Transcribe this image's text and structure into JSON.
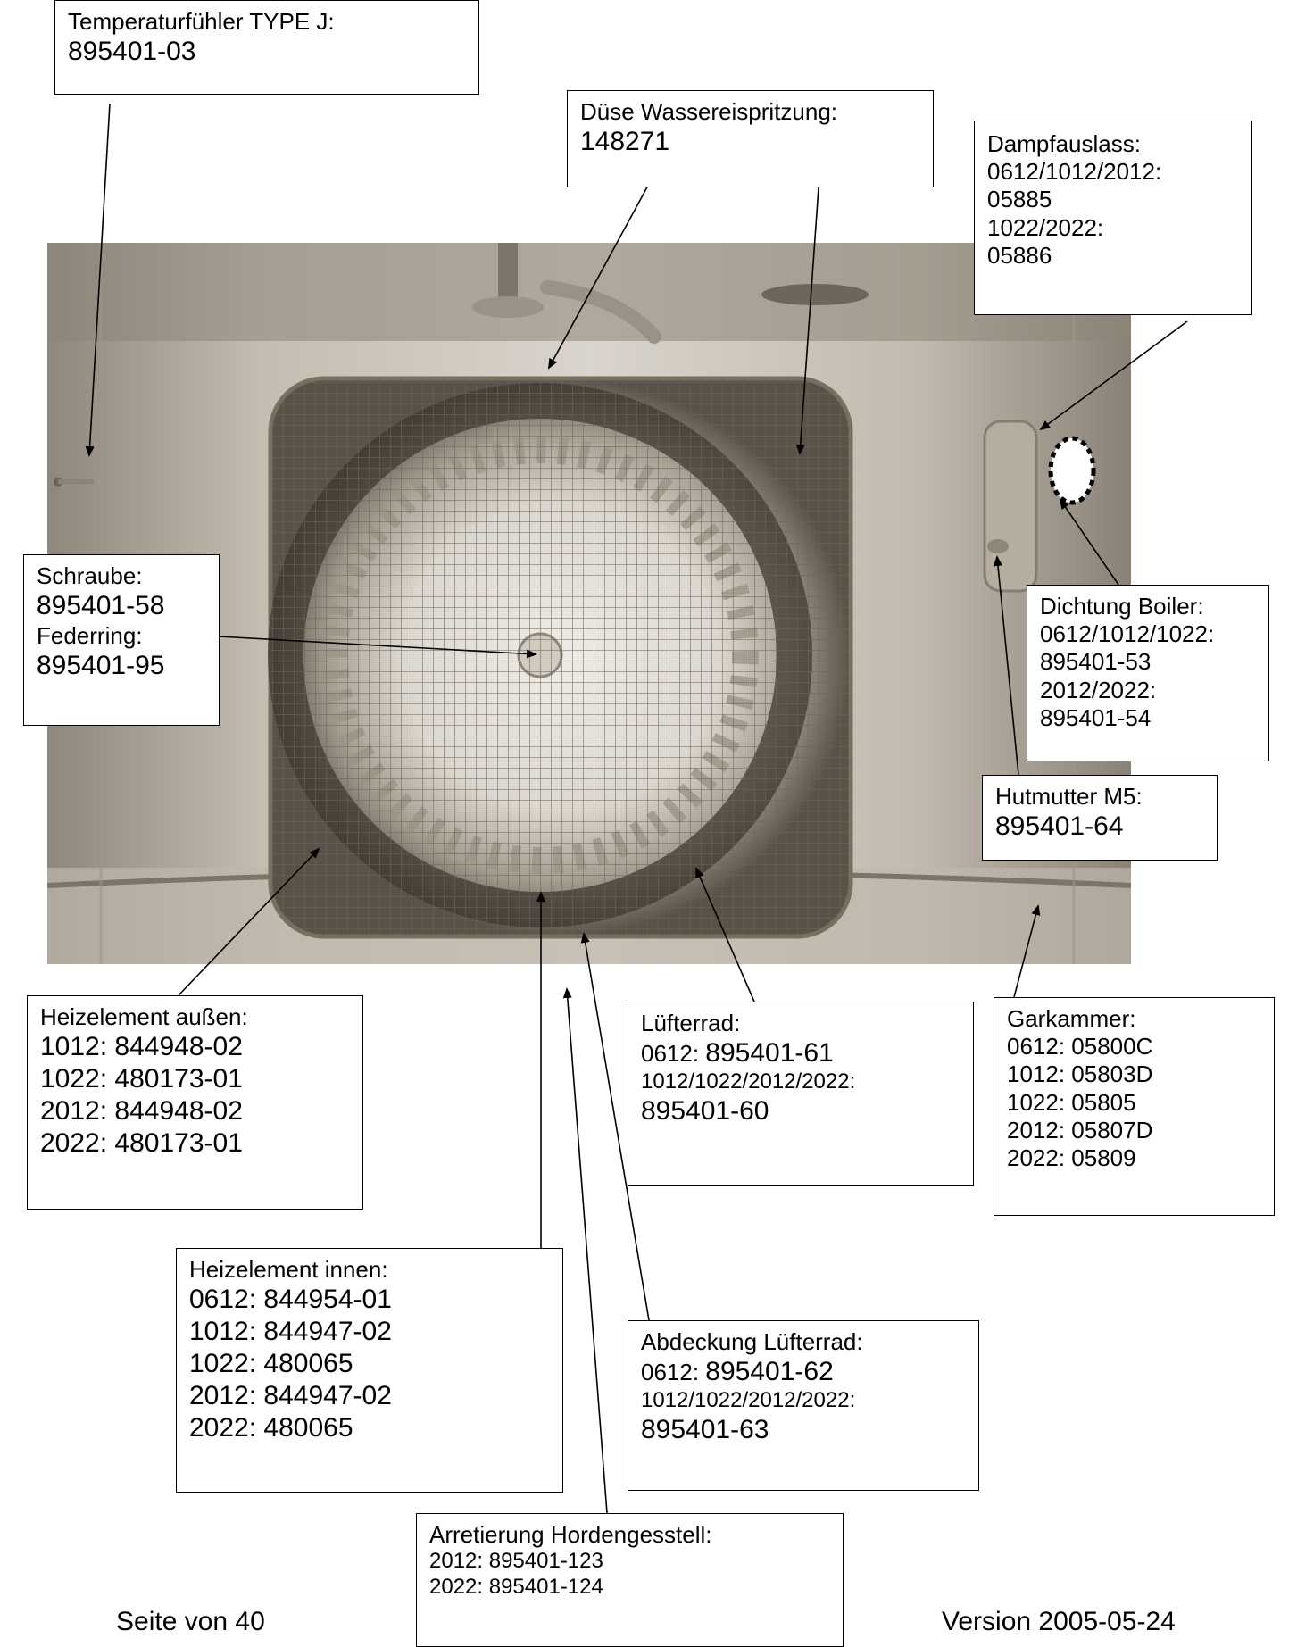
{
  "callouts": {
    "temp_sensor": {
      "label": "Temperaturfühler TYPE J:",
      "part": "895401-03"
    },
    "nozzle": {
      "label": "Düse Wassereispritzung:",
      "part": "148271"
    },
    "steam_outlet": {
      "label": "Dampfauslass:",
      "line1": "0612/1012/2012:",
      "line2": "05885",
      "line3": "1022/2022:",
      "line4": "05886"
    },
    "screw": {
      "label": "Schraube:",
      "part": "895401-58",
      "label2": "Federring:",
      "part2": "895401-95"
    },
    "boiler_seal": {
      "label": "Dichtung Boiler:",
      "line1": "0612/1012/1022:",
      "line2": "895401-53",
      "line3": "2012/2022:",
      "line4": "895401-54"
    },
    "cap_nut": {
      "label": "Hutmutter M5:",
      "part": "895401-64"
    },
    "heater_outer": {
      "label": "Heizelement außen:",
      "rows": [
        "1012: 844948-02",
        "1022: 480173-01",
        "2012: 844948-02",
        "2022: 480173-01"
      ]
    },
    "fan_wheel": {
      "label": "Lüfterrad:",
      "model1": "0612: ",
      "part1": "895401-61",
      "model2": "1012/1022/2012/2022:",
      "part2": "895401-60"
    },
    "cooking_chamber": {
      "label": "Garkammer:",
      "rows": [
        "0612: 05800C",
        "1012: 05803D",
        "1022: 05805",
        "2012: 05807D",
        "2022: 05809"
      ]
    },
    "heater_inner": {
      "label": "Heizelement innen:",
      "rows": [
        "0612: 844954-01",
        "1012: 844947-02",
        "1022: 480065",
        "2012: 844947-02",
        "2022: 480065"
      ]
    },
    "fan_cover": {
      "label": "Abdeckung Lüfterrad:",
      "model1": "0612: ",
      "part1": "895401-62",
      "model2": "1012/1022/2012/2022:",
      "part2": "895401-63"
    },
    "rack_lock": {
      "label": "Arretierung Hordengesstell:",
      "rows": [
        "2012: 895401-123",
        "2022: 895401-124"
      ]
    }
  },
  "footer": {
    "left": "Seite   von   40",
    "right": "Version 2005-05-24"
  }
}
